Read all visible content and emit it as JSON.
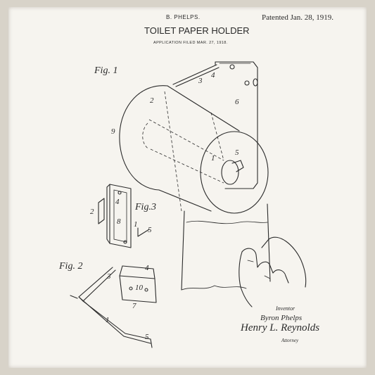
{
  "header": {
    "inventor_short": "B. PHELPS.",
    "title": "TOILET PAPER HOLDER",
    "application_filed": "APPLICATION FILED MAR. 27, 1918.",
    "patented": "Patented Jan. 28, 1919."
  },
  "figures": {
    "fig1_label": "Fig. 1",
    "fig2_label": "Fig. 2",
    "fig3_label": "Fig.3",
    "fig1_numbers": [
      "1",
      "2",
      "3",
      "4",
      "5",
      "6",
      "9"
    ],
    "fig2_numbers": [
      "1",
      "3",
      "4",
      "5",
      "7",
      "10"
    ],
    "fig3_numbers": [
      "1",
      "2",
      "4",
      "5",
      "8"
    ]
  },
  "footer": {
    "inventor_heading": "Inventor",
    "inventor_name": "Byron Phelps",
    "signature": "Henry L. Reynolds",
    "attorney_label": "Attorney"
  }
}
